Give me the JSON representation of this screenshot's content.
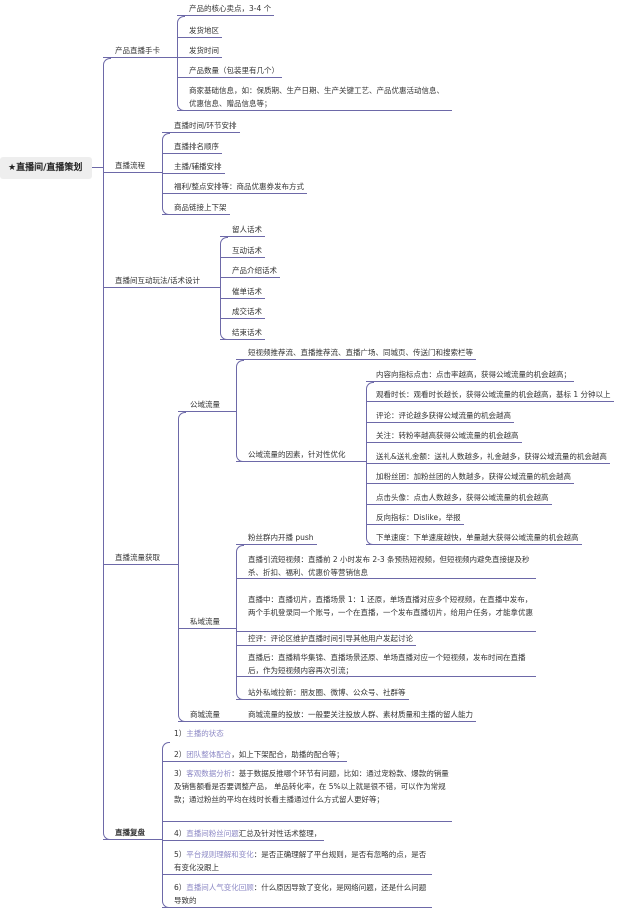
{
  "root": {
    "star": "★",
    "title": "直播间/直播策划"
  },
  "branches": {
    "card": {
      "label": "产品直播手卡",
      "items": [
        "产品的核心卖点，3-4 个",
        "发货地区",
        "发货时间",
        "产品数量（包装里有几个）",
        "商家基础信息，如：保质期、生产日期、生产关键工艺、产品优惠活动信息、优惠信息、赠品信息等；"
      ]
    },
    "flow": {
      "label": "直播流程",
      "items": [
        "直播时间/环节安排",
        "直播排名顺序",
        "主播/辅播安排",
        "福利/整点安排等：商品优惠券发布方式",
        "商品链接上下架"
      ]
    },
    "script": {
      "label": "直播间互动玩法/话术设计",
      "items": [
        "留人话术",
        "互动话术",
        "产品介绍话术",
        "催单话术",
        "成交话术",
        "结束话术"
      ]
    },
    "traffic": {
      "label": "直播流量获取",
      "public": {
        "label": "公域流量",
        "sources": "短视频推荐流、直播推荐流、直播广场、同城页、传送门和搜索栏等",
        "factors_label": "公域流量的因素，针对性优化",
        "factors": [
          "内容向指标点击：点击率越高，获得公域流量的机会越高；",
          "观看时长：观看时长越长，获得公域流量的机会越高，基标 1 分钟以上",
          "评论：评论越多获得公域流量的机会越高",
          "关注：转粉率越高获得公域流量的机会越高",
          "送礼&送礼金额：送礼人数越多，礼金越多，获得公域流量的机会越高",
          "加粉丝团：加粉丝团的人数越多，获得公域流量的机会越高",
          "点击头像：点击人数越多，获得公域流量的机会越高",
          "反向指标：Dislike，举报",
          "下单速度：下单速度越快，单量越大获得公域流量的机会越高"
        ]
      },
      "private": {
        "label": "私域流量",
        "items": [
          "粉丝群内开播 push",
          "直播引流短视频：直播前 2 小时发布 2-3 条预热短视频，但短视频内避免直接提及秒杀、折扣、福利、优惠价等营销信息",
          "直播中：直播切片，直播场景 1：1 还原，单场直播对应多个短视频，在直播中发布，两个手机登录同一个账号，一个在直播，一个发布直播切片，给用户任务，才能拿优惠",
          "控评：评论区维护直播时间引导其他用户发起讨论",
          "直播后：直播精华集锦、直播场景还原、单场直播对应一个短视频，发布时间在直播后，作为短视频内容再次引流；",
          "站外私域拉新：朋友圈、微博、公众号、社群等"
        ]
      },
      "mall": {
        "label": "商城流量",
        "item": "商城流量的投放：一般要关注投放人群、素材质量和主播的留人能力"
      }
    },
    "review": {
      "label": "直播复盘",
      "items": [
        {
          "num": "1）",
          "hl": "主播的状态",
          "rest": ""
        },
        {
          "num": "2）",
          "hl": "团队整体配合",
          "rest": "，如上下架配合，助播的配合等；"
        },
        {
          "num": "3）",
          "hl": "客观数据分析",
          "rest": "：基于数据反推哪个环节有问题，比如：通过宠粉款、爆款的销量及销售额看是否要调整产品， 单品转化率，在 5%以上就是很不错，可以作为常规款；通过粉丝的平均在线时长看主播通过什么方式留人更好等；"
        },
        {
          "num": "4）",
          "hl": "直播间粉丝问题",
          "rest": "汇总及针对性话术整理，"
        },
        {
          "num": "5）",
          "hl": "平台规则理解和变化",
          "rest": "：是否正确理解了平台规则，是否有忽略的点，是否有变化没跟上"
        },
        {
          "num": "6）",
          "hl": "直播间人气变化回顾",
          "rest": "：什么原因导致了变化，是网络问题，还是什么问题导致的"
        }
      ]
    }
  },
  "colors": {
    "line": "#6d69a8",
    "highlight": "#8e8ac6",
    "root_bg": "#eeeeee"
  }
}
